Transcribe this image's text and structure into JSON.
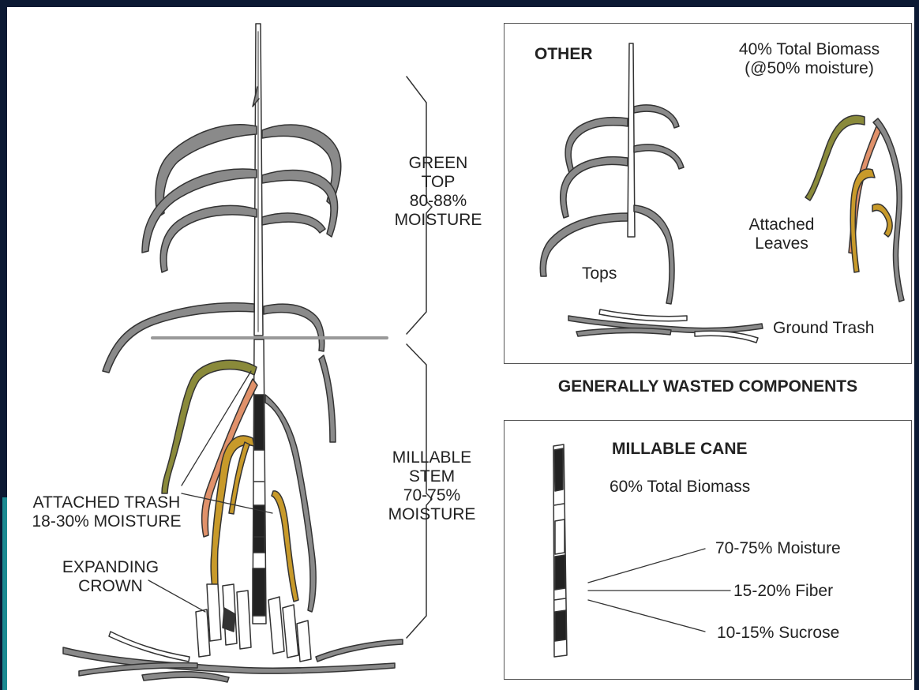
{
  "plant": {
    "green_top": [
      "GREEN",
      "TOP",
      "80-88%",
      "MOISTURE"
    ],
    "millable_stem": [
      "MILLABLE",
      "STEM",
      "70-75%",
      "MOISTURE"
    ],
    "attached_trash": [
      "ATTACHED TRASH",
      "18-30% MOISTURE"
    ],
    "expanding_crown": [
      "EXPANDING",
      "CROWN"
    ]
  },
  "other_panel": {
    "title": "OTHER",
    "biomass": [
      "40% Total Biomass",
      "(@50% moisture)"
    ],
    "tops": "Tops",
    "attached_leaves": [
      "Attached",
      "Leaves"
    ],
    "ground_trash": "Ground Trash"
  },
  "wasted_caption": "GENERALLY WASTED COMPONENTS",
  "millable_panel": {
    "title": "MILLABLE CANE",
    "biomass": "60% Total Biomass",
    "components": [
      "70-75% Moisture",
      "15-20% Fiber",
      "10-15% Sucrose"
    ]
  },
  "colors": {
    "leaf_gray": "#7a7a7a",
    "leaf_olive": "#8a8a3a",
    "leaf_orange": "#e0916a",
    "leaf_gold": "#c89a2a",
    "frame_navy": "#0c1a34"
  }
}
